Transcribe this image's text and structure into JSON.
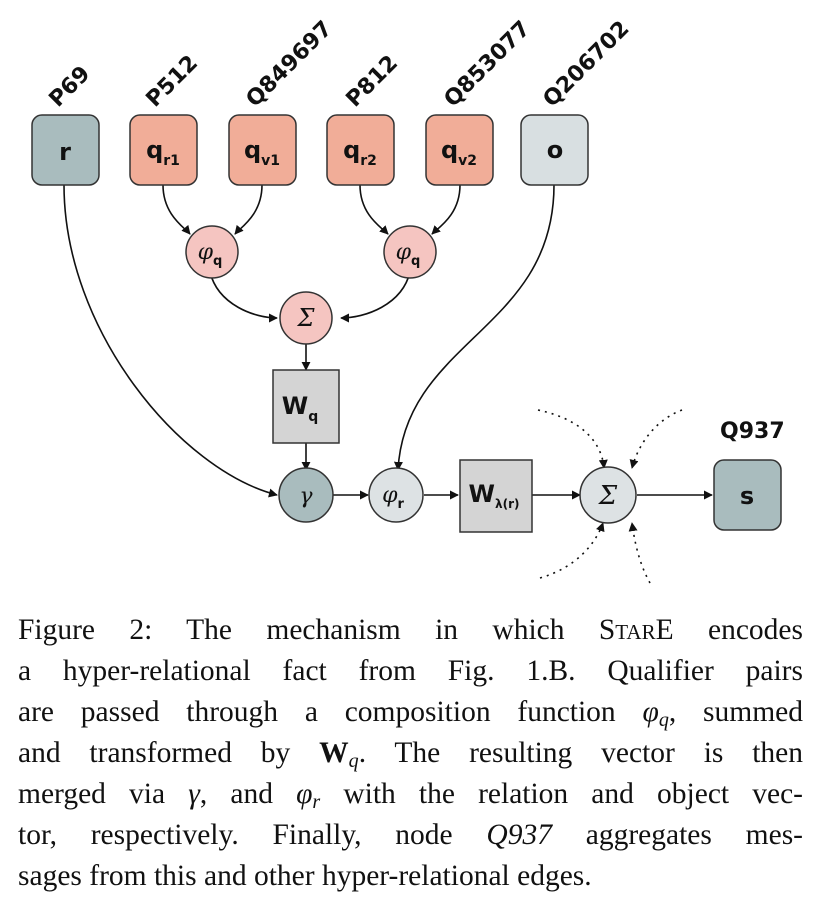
{
  "ids": {
    "r": "P69",
    "qr1": "P512",
    "qv1": "Q849697",
    "qr2": "P812",
    "qv2": "Q853077",
    "o": "Q206702",
    "s": "Q937"
  },
  "nodes": {
    "r": "r",
    "q": "q",
    "qr1_sub": "r1",
    "qv1_sub": "v1",
    "qr2_sub": "r2",
    "qv2_sub": "v2",
    "o": "o",
    "s": "s",
    "W": "W",
    "Wq_sub": "q",
    "Wl_sub": "λ(r)",
    "phi": "φ",
    "phi_q_sub": "q",
    "phi_r_sub": "r",
    "sum": "Σ",
    "gamma": "γ"
  },
  "colors": {
    "relation_fill": "#a9bcbe",
    "qualifier_fill": "#f1ad98",
    "object_fill": "#d8dfe1",
    "phi_q_fill": "#f5c5c1",
    "weight_fill": "#d4d4d4",
    "agg_fill": "#dde2e4"
  },
  "caption": {
    "l1_a": "Figure 2:  The mechanism in which ",
    "l1_sc": "StarE",
    "l1_b": " encodes",
    "l2": "a hyper-relational fact from Fig. 1.B. Qualifier pairs",
    "l3_a": "are passed through a composition function ",
    "l3_phi": "φ",
    "l3_phi_sub": "q",
    "l3_b": ", summed",
    "l4_a": "and transformed by ",
    "l4_W": "W",
    "l4_W_sub": "q",
    "l4_b": ".  The resulting vector is then",
    "l5_a": "merged via ",
    "l5_gamma": "γ",
    "l5_b": ", and ",
    "l5_phi": "φ",
    "l5_phi_sub": "r",
    "l5_c": " with the relation and object vec-",
    "l6": "tor, respectively.  Finally, node ",
    "l6_node": "Q937",
    "l6_b": " aggregates mes-",
    "l7": "sages from this and other hyper-relational edges."
  }
}
